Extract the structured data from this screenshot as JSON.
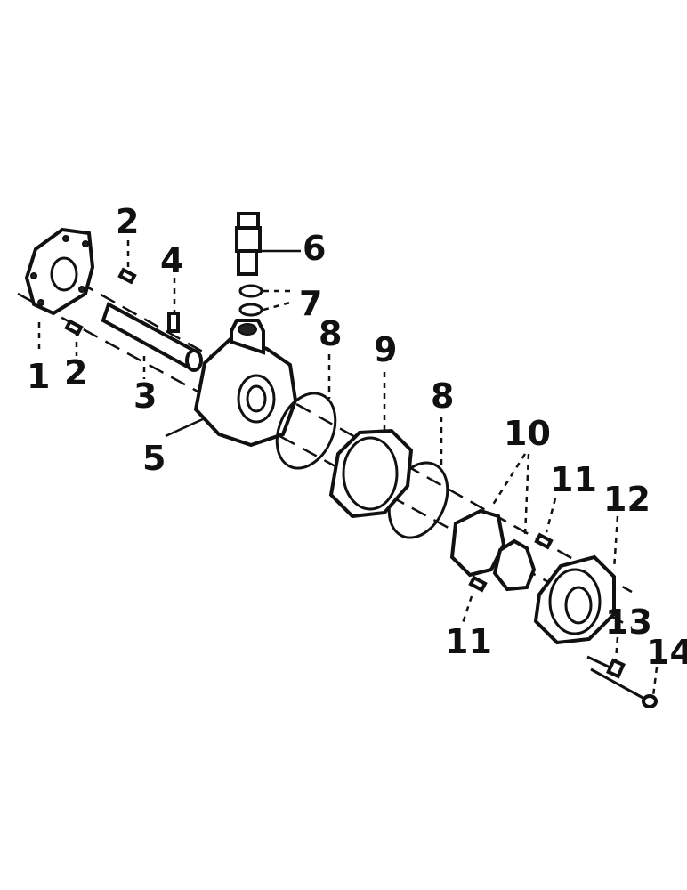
{
  "diagram": {
    "callouts": {
      "c1": "1",
      "c2a": "2",
      "c2b": "2",
      "c3": "3",
      "c4": "4",
      "c5": "5",
      "c6": "6",
      "c7": "7",
      "c8a": "8",
      "c8b": "8",
      "c9": "9",
      "c10": "10",
      "c11a": "11",
      "c11b": "11",
      "c12": "12",
      "c13": "13",
      "c14": "14"
    }
  },
  "colors": {
    "ink": "#111111",
    "paper": "#ffffff"
  }
}
